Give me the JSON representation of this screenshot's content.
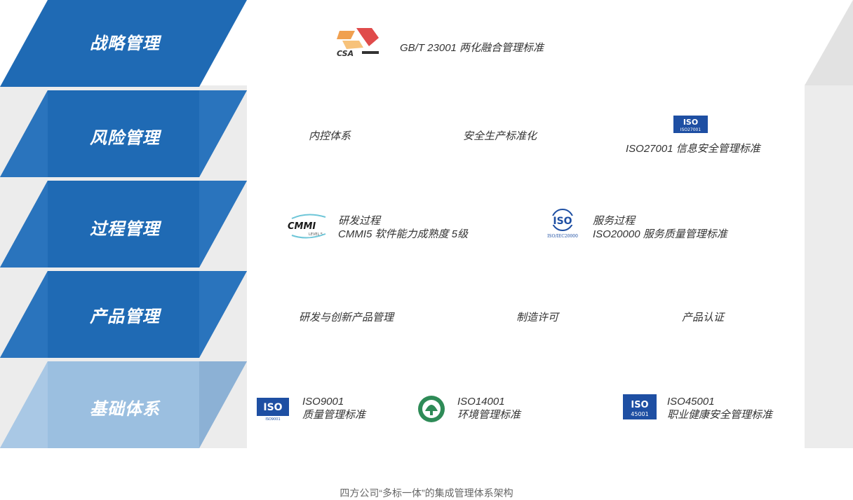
{
  "layers": [
    {
      "label": "战略管理",
      "color": "#1f6ab4"
    },
    {
      "label": "风险管理",
      "color": "#1f6ab4"
    },
    {
      "label": "过程管理",
      "color": "#1f6ab4"
    },
    {
      "label": "产品管理",
      "color": "#1f6ab4"
    },
    {
      "label": "基础体系",
      "color": "#9bbfe0"
    }
  ],
  "strategy": {
    "logo_text": "CSA",
    "standard": "GB/T 23001 两化融合管理标准"
  },
  "risk": {
    "item1": "内控体系",
    "item2": "安全生产标准化",
    "iso_logo_text": "ISO",
    "iso_logo_sub": "ISO27001",
    "item3": "ISO27001 信息安全管理标准"
  },
  "process": {
    "cmmi_logo_text": "CMMI",
    "cmmi_logo_sub": "LEVEL 5",
    "cmmi_line1": "研发过程",
    "cmmi_line2": "CMMI5 软件能力成熟度 5级",
    "iso_logo_text": "ISO",
    "iso_logo_sub": "ISO/IEC20000",
    "iso_line1": "服务过程",
    "iso_line2": "ISO20000 服务质量管理标准"
  },
  "product": {
    "item1": "研发与创新产品管理",
    "item2": "制造许可",
    "item3": "产品认证"
  },
  "foundation": {
    "iso9001_logo_text": "ISO",
    "iso9001_logo_sub": "ISO9001",
    "iso9001_line1": "ISO9001",
    "iso9001_line2": "质量管理标准",
    "iso14001_line1": "ISO14001",
    "iso14001_line2": "环境管理标准",
    "iso45001_logo_text": "ISO",
    "iso45001_logo_sub": "45001",
    "iso45001_line1": "ISO45001",
    "iso45001_line2": "职业健康安全管理标准"
  },
  "caption": "四方公司“多标一体”的集成管理体系架构",
  "colors": {
    "dark_blue": "#1f6ab4",
    "mid_blue": "#2a74bd",
    "light_blue": "#9bbfe0",
    "gray_bg": "#ececec",
    "iso_blue": "#1e4fa3"
  }
}
